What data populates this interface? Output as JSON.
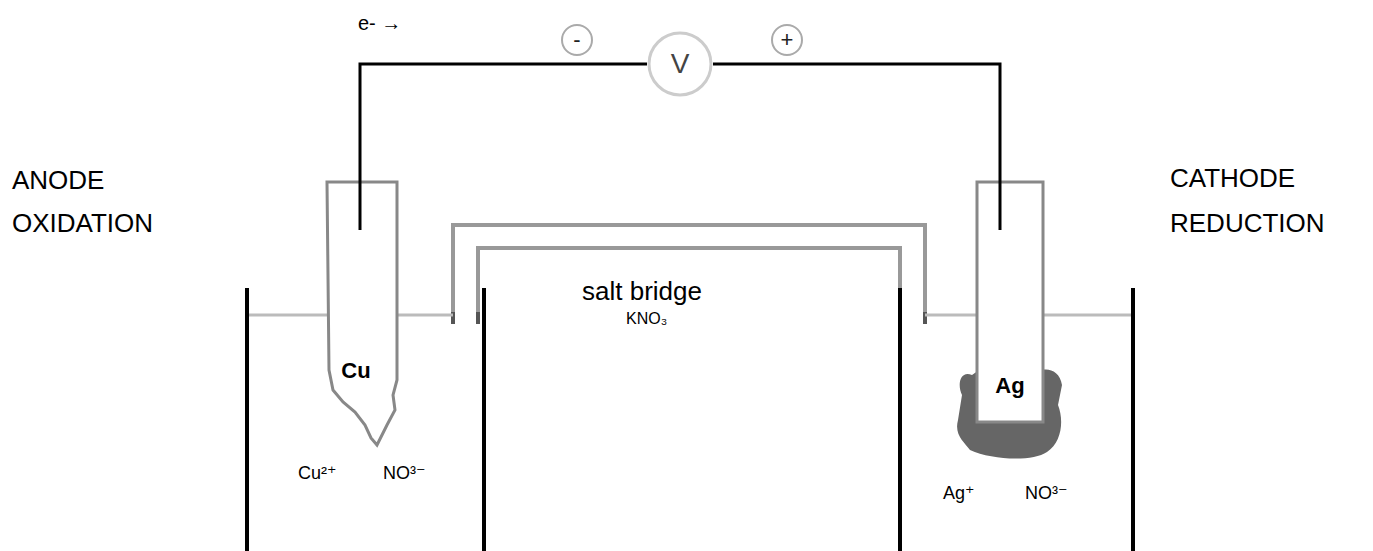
{
  "diagram": {
    "nodes": [
      {
        "text": [
          "-"
        ]
      },
      {
        "text": [
          "V"
        ]
      },
      {
        "text": [
          "+"
        ]
      },
      {
        "text": [
          "Cu"
        ]
      },
      {
        "text": [
          "Cu²⁺",
          "NO³⁻"
        ]
      },
      {
        "text": [
          "Ag"
        ]
      },
      {
        "text": [
          "Ag⁺",
          "NO³⁻"
        ]
      }
    ],
    "edges": [
      {
        "from": 3,
        "to": 1,
        "arrow": "none"
      },
      {
        "from": 1,
        "to": 5,
        "arrow": "none"
      }
    ],
    "labels": [
      "e- →",
      "ANODE",
      "OXIDATION",
      "salt bridge",
      "KNO₃",
      "CATHODE",
      "REDUCTION"
    ]
  }
}
